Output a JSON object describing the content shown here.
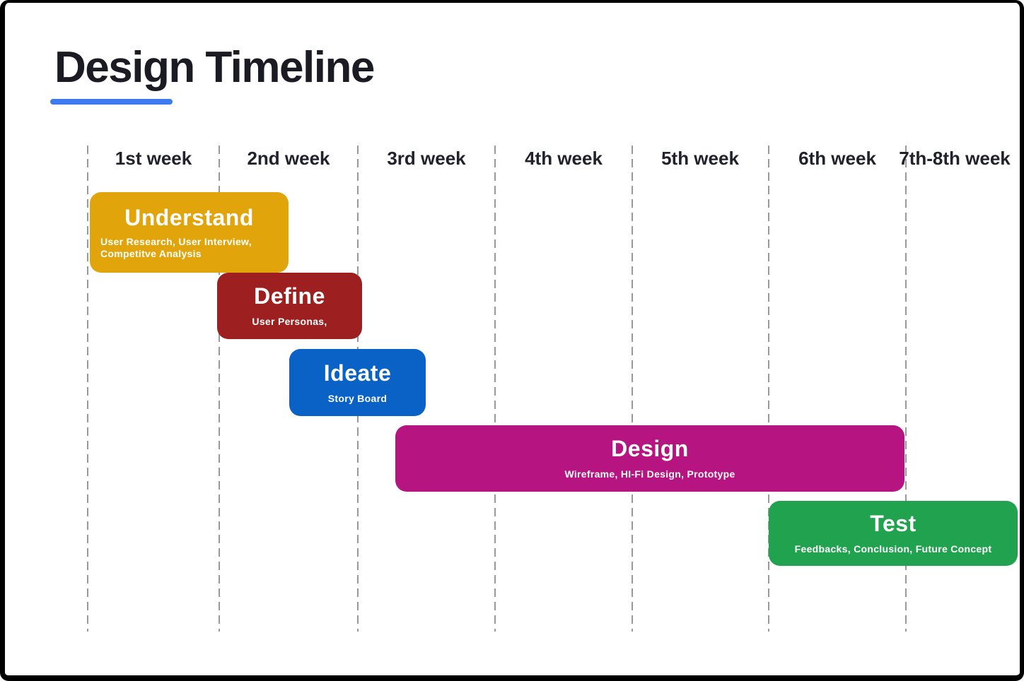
{
  "page": {
    "title": "Design Timeline"
  },
  "colors": {
    "title_text": "#1a1b23",
    "underline": "#3d7af0",
    "week_label_text": "#20222c",
    "gridline": "#98989d",
    "phase_text": "#ffffff",
    "frame_border": "#000000",
    "background": "#ffffff"
  },
  "chart_data": {
    "type": "gantt",
    "title": "Design Timeline",
    "x_categories": [
      "1st week",
      "2nd week",
      "3rd week",
      "4th week",
      "5th week",
      "6th week",
      "7th-8th week"
    ],
    "grid": "dashed-vertical-separators",
    "legend": "none",
    "tasks": [
      {
        "name": "Understand",
        "details": "User Research, User Interview, Competitve Analysis",
        "start_week": 1.0,
        "end_week": 2.5,
        "color": "#e1a40b"
      },
      {
        "name": "Define",
        "details": "User Personas,",
        "start_week": 2.0,
        "end_week": 3.05,
        "color": "#9d1f1f"
      },
      {
        "name": "Ideate",
        "details": "Story Board",
        "start_week": 2.55,
        "end_week": 3.5,
        "color": "#0b62c6"
      },
      {
        "name": "Design",
        "details": "Wireframe, HI-Fi Design, Prototype",
        "start_week": 3.3,
        "end_week": 7.0,
        "color": "#b61480"
      },
      {
        "name": "Test",
        "details": "Feedbacks, Conclusion, Future Concept",
        "start_week": 6.0,
        "end_week": 8.0,
        "color": "#21a24e"
      }
    ]
  }
}
